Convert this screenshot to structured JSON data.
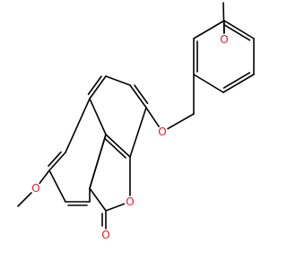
{
  "molecule": {
    "atoms": {
      "o_methoxy_top": "O",
      "o_ether": "O",
      "o_methoxy_left": "O",
      "o_ring": "O",
      "o_carbonyl": "O"
    },
    "colors": {
      "bond": "#000000",
      "oxygen": "#e8191c",
      "background": "#ffffff"
    }
  }
}
